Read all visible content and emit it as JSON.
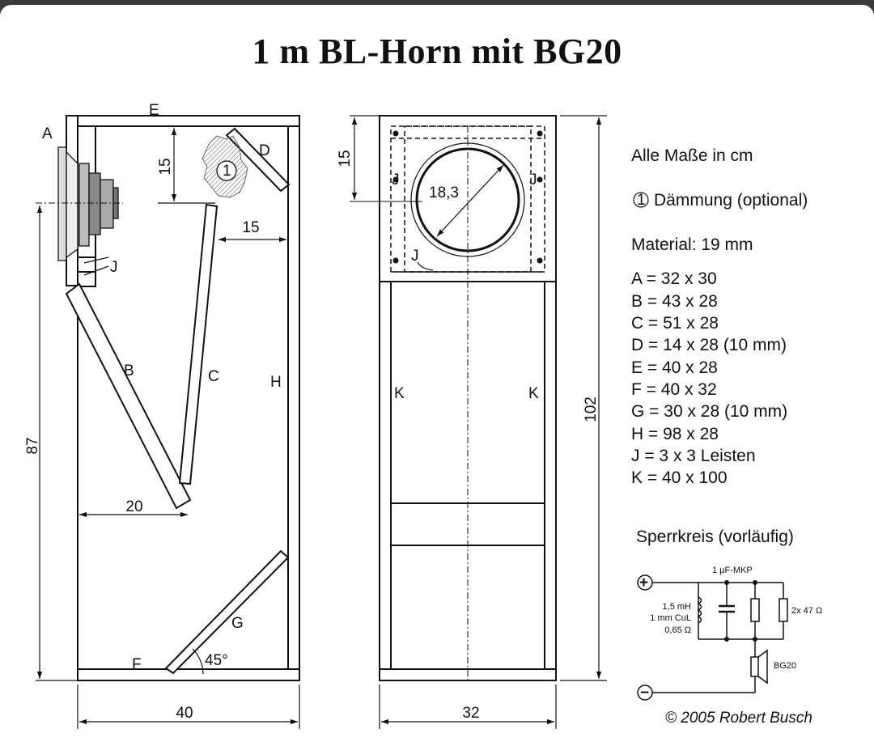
{
  "title": "1 m BL-Horn mit BG20",
  "side_view": {
    "part_labels": {
      "A": "A",
      "B": "B",
      "C": "C",
      "D": "D",
      "E": "E",
      "F": "F",
      "G": "G",
      "H": "H",
      "J": "J"
    },
    "insulation_marker": "1",
    "dimensions": {
      "d15_top": "15",
      "d15_mid": "15",
      "d87": "87",
      "d20": "20",
      "d40": "40",
      "angle": "45°"
    }
  },
  "front_view": {
    "part_labels": {
      "J_left": "J",
      "J_right": "J",
      "J_bottom": "J",
      "K_left": "K",
      "K_right": "K"
    },
    "dimensions": {
      "d15": "15",
      "diameter": "18,3",
      "d102": "102",
      "d32": "32"
    }
  },
  "legend": {
    "units_note": "Alle Maße in cm",
    "insulation_marker": "1",
    "insulation_text": "Dämmung (optional)",
    "material": "Material: 19 mm",
    "parts": [
      "A =  32 x 30",
      "B =  43 x 28",
      "C =  51 x 28",
      "D =  14 x 28 (10 mm)",
      "E =  40 x 28",
      "F =  40 x 32",
      "G =  30 x 28 (10 mm)",
      "H =  98 x 28",
      "J =   3 x 3 Leisten",
      "K =  40 x 100"
    ]
  },
  "circuit": {
    "heading": "Sperrkreis (vorläufig)",
    "capacitor": "1 µF-MKP",
    "inductor_lines": [
      "1,5 mH",
      "1 mm CuL",
      "0,65 Ω"
    ],
    "resistor": "2x 47 Ω",
    "driver": "BG20",
    "plus": "+",
    "minus": "−"
  },
  "copyright": "© 2005 Robert Busch"
}
